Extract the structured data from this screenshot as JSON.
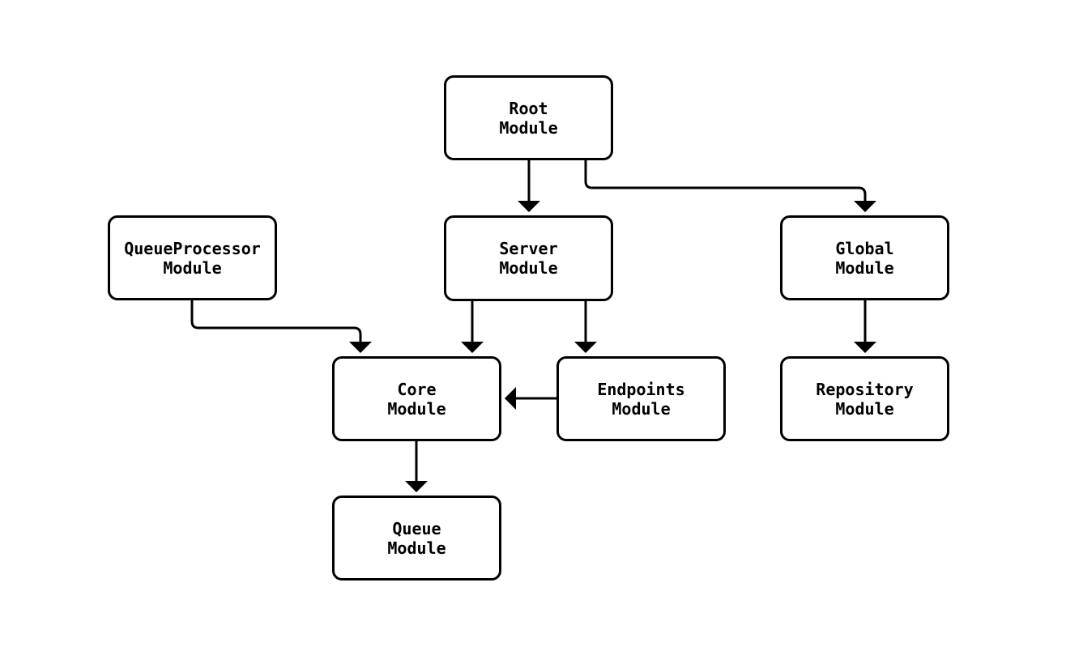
{
  "diagram": {
    "type": "module-dependency-flowchart",
    "colors": {
      "background": "#ffffff",
      "line": "#000000",
      "node_fill": "#ffffff",
      "text": "#000000"
    },
    "nodes": [
      {
        "id": "root",
        "label": "Root\nModule"
      },
      {
        "id": "queueprocessor",
        "label": "QueueProcessor\nModule"
      },
      {
        "id": "server",
        "label": "Server\nModule"
      },
      {
        "id": "global",
        "label": "Global\nModule"
      },
      {
        "id": "core",
        "label": "Core\nModule"
      },
      {
        "id": "endpoints",
        "label": "Endpoints\nModule"
      },
      {
        "id": "repository",
        "label": "Repository\nModule"
      },
      {
        "id": "queue",
        "label": "Queue\nModule"
      }
    ],
    "edges": [
      {
        "from": "Root Module",
        "to": "Server Module"
      },
      {
        "from": "Root Module",
        "to": "Global Module"
      },
      {
        "from": "QueueProcessor Module",
        "to": "Core Module"
      },
      {
        "from": "Server Module",
        "to": "Core Module"
      },
      {
        "from": "Server Module",
        "to": "Endpoints Module"
      },
      {
        "from": "Endpoints Module",
        "to": "Core Module"
      },
      {
        "from": "Global Module",
        "to": "Repository Module"
      },
      {
        "from": "Core Module",
        "to": "Queue Module"
      }
    ]
  }
}
